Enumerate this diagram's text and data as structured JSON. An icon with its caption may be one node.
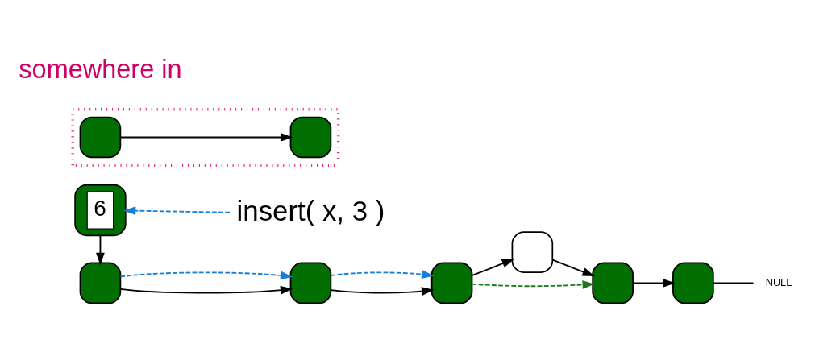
{
  "diagram": {
    "nodes": [
      {
        "text": [
          "6"
        ]
      },
      {
        "text": [
          "insert( x, 3 )"
        ]
      },
      {
        "text": [],
        "shape": "box"
      },
      {
        "text": [],
        "shape": "box"
      },
      {
        "text": [],
        "shape": "box"
      },
      {
        "text": [],
        "shape": "box"
      },
      {
        "text": [],
        "shape": "box"
      },
      {
        "text": [],
        "shape": "box"
      },
      {
        "text": [
          "NULL"
        ]
      },
      {
        "text": [],
        "shape": "box"
      },
      {
        "text": [],
        "shape": "box",
        "in": 9
      },
      {
        "text": [],
        "shape": "box",
        "in": 9
      }
    ],
    "edges": [
      {
        "from": 1,
        "to": 0,
        "arrow": "to",
        "style": "dashed",
        "color": "#1a7fd4"
      },
      {
        "from": 0,
        "to": 2,
        "arrow": "to"
      },
      {
        "from": 2,
        "to": 3,
        "arrow": "to"
      },
      {
        "from": 3,
        "to": 4,
        "arrow": "to"
      },
      {
        "from": 4,
        "to": 6,
        "arrow": "to",
        "style": "dashed",
        "color": "#1a7a1a"
      },
      {
        "from": 4,
        "to": 5,
        "arrow": "to"
      },
      {
        "from": 5,
        "to": 6,
        "arrow": "to"
      },
      {
        "from": 6,
        "to": 7,
        "arrow": "to"
      },
      {
        "from": 7,
        "to": 8,
        "arrow": "none"
      },
      {
        "from": 2,
        "to": 3,
        "arrow": "to",
        "style": "dashed",
        "color": "#1a7fd4"
      },
      {
        "from": 3,
        "to": 4,
        "arrow": "to",
        "style": "dashed",
        "color": "#1a7fd4"
      },
      {
        "from": 10,
        "to": 11,
        "arrow": "to"
      }
    ],
    "labels": [
      "somewhere in"
    ]
  }
}
